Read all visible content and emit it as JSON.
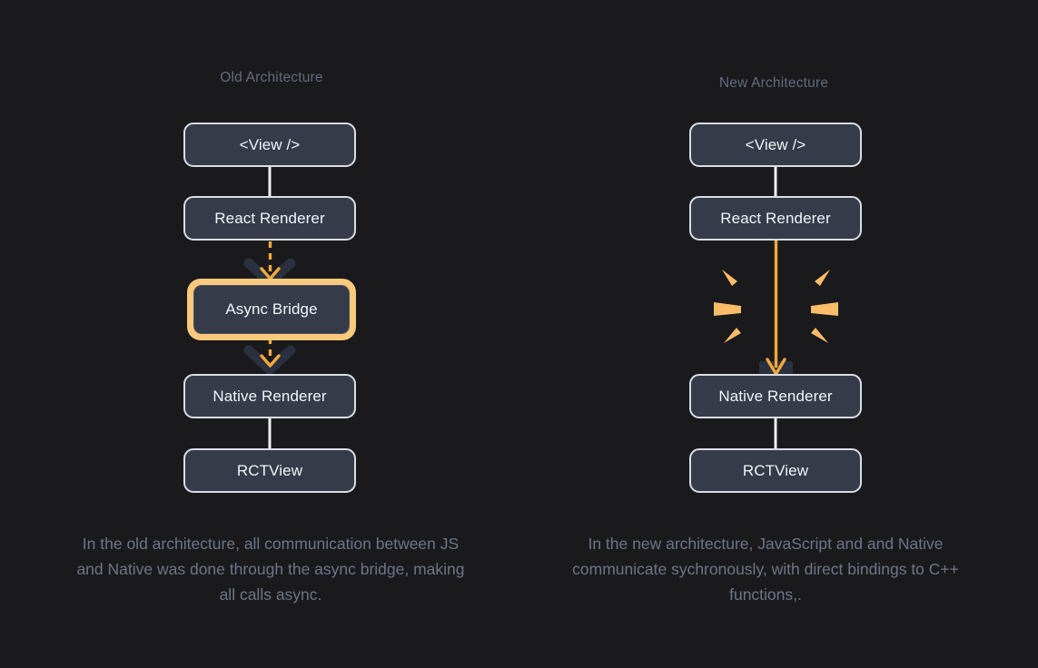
{
  "background_color": "#1a1a1d",
  "colors": {
    "background": "#1a1a1d",
    "node_fill": "#353b49",
    "node_border": "#d9dde5",
    "node_text": "#f2f4f7",
    "heading_text": "#636b7e",
    "caption_text": "#6d7586",
    "accent_orange": "#f2a93b",
    "highlight_ring": "#f9c97c",
    "chevron_shadow": "#2b3040",
    "connector_line": "#eef0f4"
  },
  "columns": [
    {
      "id": "old",
      "heading": "Old Architecture",
      "nodes": [
        {
          "id": "view",
          "label": "<View />",
          "highlighted": false
        },
        {
          "id": "react-renderer",
          "label": "React Renderer",
          "highlighted": false
        },
        {
          "id": "async-bridge",
          "label": "Async Bridge",
          "highlighted": true
        },
        {
          "id": "native-renderer",
          "label": "Native Renderer",
          "highlighted": false
        },
        {
          "id": "rctview",
          "label": "RCTView",
          "highlighted": false
        }
      ],
      "connectors": [
        {
          "from": "view",
          "to": "react-renderer",
          "style": "solid-white"
        },
        {
          "from": "react-renderer",
          "to": "async-bridge",
          "style": "dashed-orange-arrow"
        },
        {
          "from": "async-bridge",
          "to": "native-renderer",
          "style": "dashed-orange-arrow"
        },
        {
          "from": "native-renderer",
          "to": "rctview",
          "style": "solid-white"
        }
      ],
      "caption": "In the old architecture, all communication between JS and Native was done through the async bridge, making all calls async."
    },
    {
      "id": "new",
      "heading": "New Architecture",
      "nodes": [
        {
          "id": "view",
          "label": "<View />",
          "highlighted": false
        },
        {
          "id": "react-renderer",
          "label": "React Renderer",
          "highlighted": false
        },
        {
          "id": "native-renderer",
          "label": "Native Renderer",
          "highlighted": false
        },
        {
          "id": "rctview",
          "label": "RCTView",
          "highlighted": false
        }
      ],
      "connectors": [
        {
          "from": "view",
          "to": "react-renderer",
          "style": "solid-white"
        },
        {
          "from": "react-renderer",
          "to": "native-renderer",
          "style": "solid-orange-arrow-burst"
        },
        {
          "from": "native-renderer",
          "to": "rctview",
          "style": "solid-white"
        }
      ],
      "burst": {
        "ray_count": 6,
        "description": "sparkle burst where the bridge was removed"
      },
      "caption": "In the new architecture, JavaScript and and Native communicate sychronously, with direct bindings to C++ functions,."
    }
  ]
}
